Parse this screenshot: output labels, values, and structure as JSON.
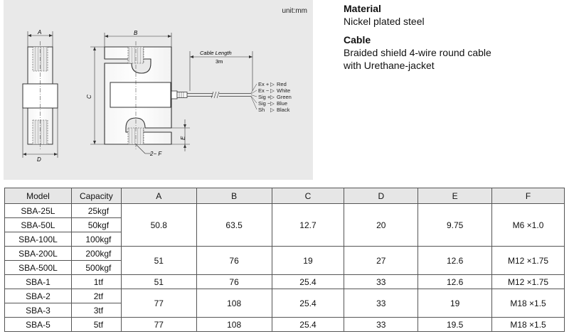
{
  "drawing": {
    "unit": "unit:mm",
    "dimension_letters": [
      "A",
      "B",
      "C",
      "D",
      "E"
    ],
    "thread_label": "2− F",
    "cable_length_label": "Cable Length",
    "cable_length_value": "3m",
    "wiring": [
      {
        "signal": "Ex +",
        "color": "Red"
      },
      {
        "signal": "Ex −",
        "color": "White"
      },
      {
        "signal": "Sig +",
        "color": "Green"
      },
      {
        "signal": "Sig −",
        "color": "Blue"
      },
      {
        "signal": "Sh",
        "color": "Black"
      }
    ],
    "wire_arrow": "▷"
  },
  "specs": {
    "material_heading": "Material",
    "material_value": "Nickel plated steel",
    "cable_heading": "Cable",
    "cable_line1": "Braided shield 4-wire round cable",
    "cable_line2": "with Urethane-jacket"
  },
  "table": {
    "headers": [
      "Model",
      "Capacity",
      "A",
      "B",
      "C",
      "D",
      "E",
      "F"
    ],
    "groups": [
      {
        "models": [
          [
            "SBA-25L",
            "25kgf"
          ],
          [
            "SBA-50L",
            "50kgf"
          ],
          [
            "SBA-100L",
            "100kgf"
          ]
        ],
        "dims": [
          "50.8",
          "63.5",
          "12.7",
          "20",
          "9.75",
          "M6 ×1.0"
        ]
      },
      {
        "models": [
          [
            "SBA-200L",
            "200kgf"
          ],
          [
            "SBA-500L",
            "500kgf"
          ]
        ],
        "dims": [
          "51",
          "76",
          "19",
          "27",
          "12.6",
          "M12 ×1.75"
        ]
      },
      {
        "models": [
          [
            "SBA-1",
            "1tf"
          ]
        ],
        "dims": [
          "51",
          "76",
          "25.4",
          "33",
          "12.6",
          "M12 ×1.75"
        ]
      },
      {
        "models": [
          [
            "SBA-2",
            "2tf"
          ],
          [
            "SBA-3",
            "3tf"
          ]
        ],
        "dims": [
          "77",
          "108",
          "25.4",
          "33",
          "19",
          "M18 ×1.5"
        ]
      },
      {
        "models": [
          [
            "SBA-5",
            "5tf"
          ]
        ],
        "dims": [
          "77",
          "108",
          "25.4",
          "33",
          "19.5",
          "M18 ×1.5"
        ]
      }
    ]
  }
}
